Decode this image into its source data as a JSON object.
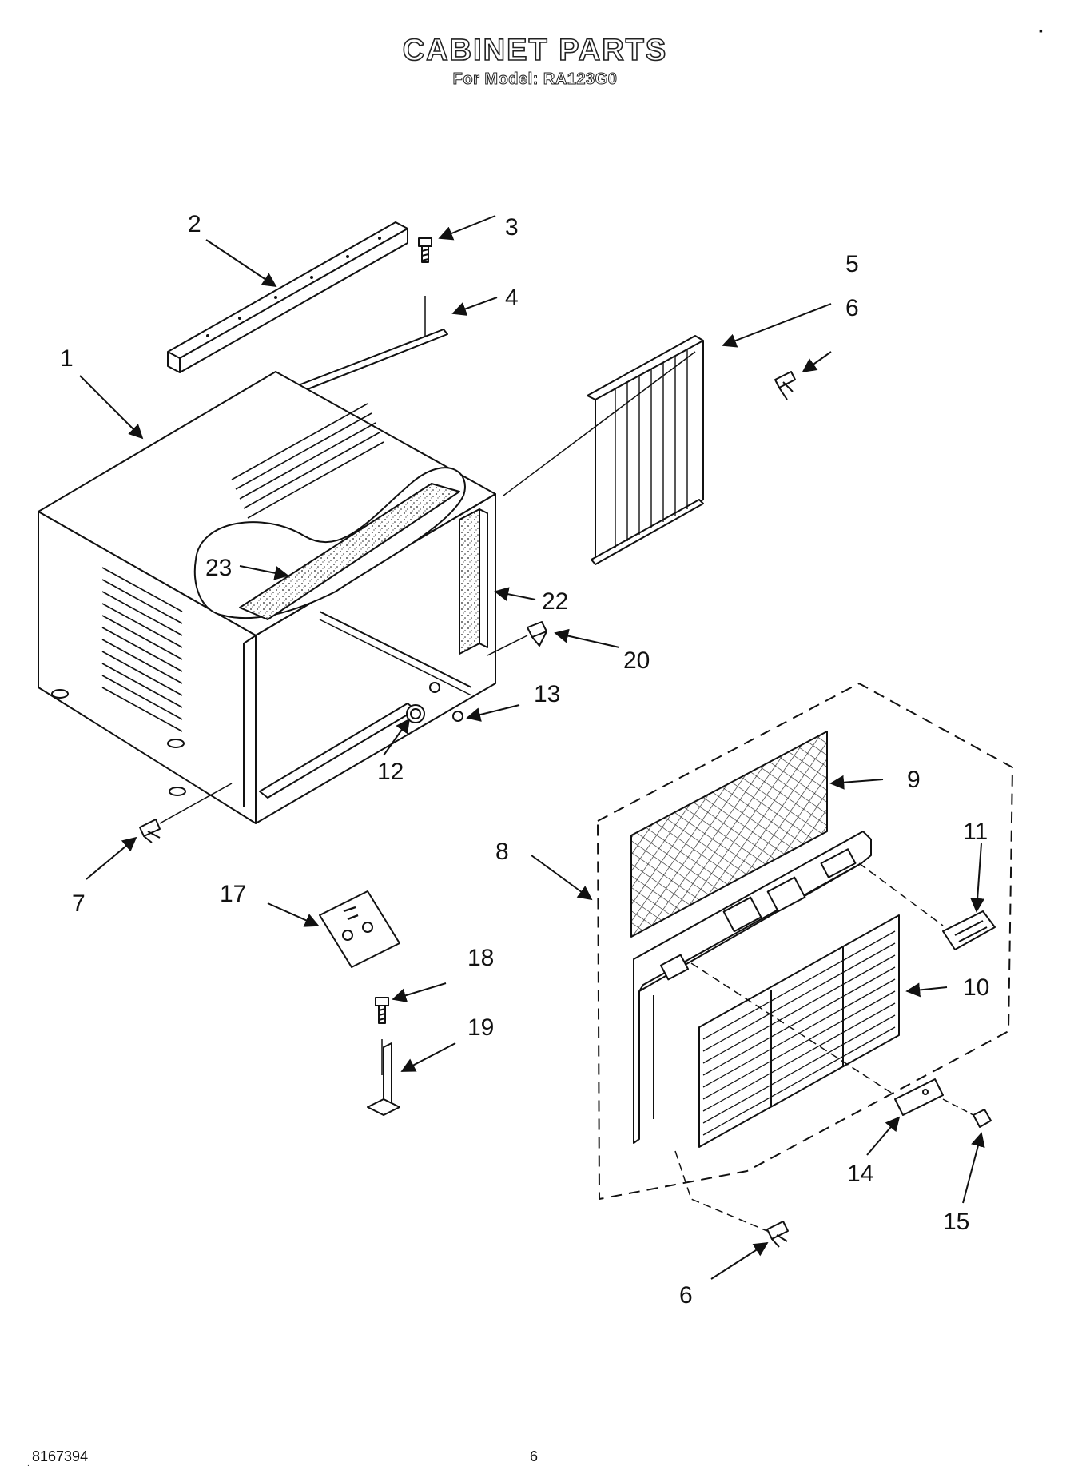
{
  "header": {
    "title": "CABINET PARTS",
    "subtitle": "For Model: RA123G0"
  },
  "callouts": {
    "c1": "1",
    "c2": "2",
    "c3": "3",
    "c4": "4",
    "c5": "5",
    "c6a": "6",
    "c6b": "6",
    "c7": "7",
    "c8": "8",
    "c9": "9",
    "c10": "10",
    "c11": "11",
    "c12": "12",
    "c13": "13",
    "c14": "14",
    "c15": "15",
    "c17": "17",
    "c18": "18",
    "c19": "19",
    "c20": "20",
    "c22": "22",
    "c23": "23"
  },
  "footer": {
    "part_number": "8167394",
    "page": "6"
  }
}
